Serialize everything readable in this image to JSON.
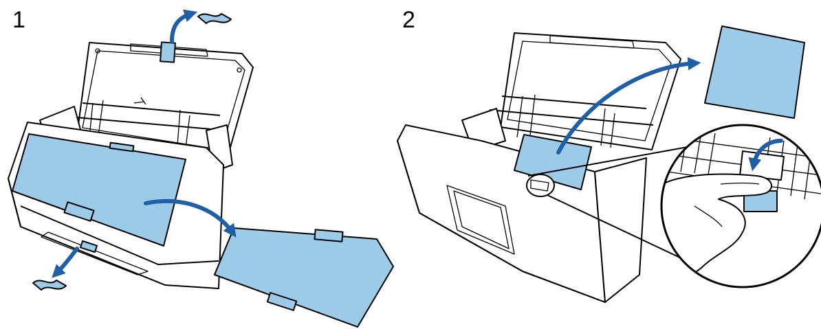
{
  "steps": [
    {
      "number": "1"
    },
    {
      "number": "2"
    }
  ],
  "colors": {
    "sheet_fill": "#9ccbe9",
    "arrow": "#1f5fa8",
    "outline": "#000000"
  },
  "icons": [
    "scanner-illustration",
    "protective-sheet",
    "tape-strip",
    "curved-arrow",
    "magnifier-circle",
    "finger-pressing-lever"
  ]
}
